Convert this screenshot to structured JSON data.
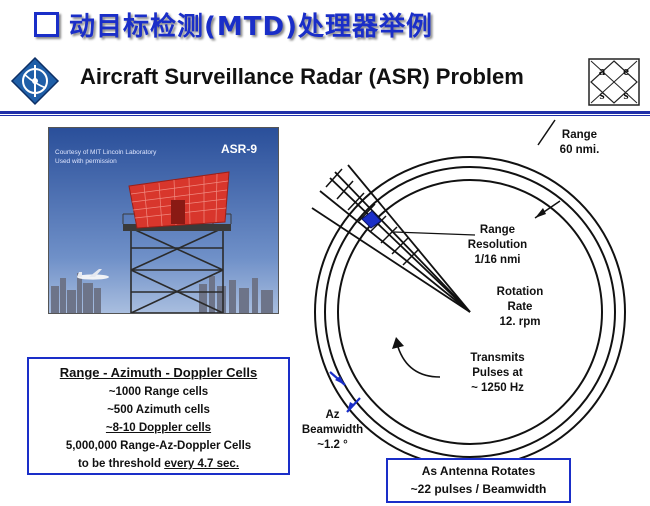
{
  "header": {
    "cn_title": "动目标检测(MTD)处理器举例",
    "en_title": "Aircraft Surveillance Radar (ASR) Problem",
    "logo_right_letters": [
      "a",
      "e",
      "s",
      "s"
    ]
  },
  "photo": {
    "courtesy": "Courtesy of MIT Lincoln Laboratory\nUsed with permission",
    "label": "ASR-9"
  },
  "cells": {
    "heading": "Range - Azimuth - Doppler Cells",
    "line1": "~1000 Range cells",
    "line2": "~500 Azimuth cells",
    "line3": "~8-10 Doppler cells",
    "line4": "5,000,000 Range-Az-Doppler Cells",
    "line5_prefix": "to be threshold ",
    "line5_underlined": "every 4.7 sec."
  },
  "diagram": {
    "range": "Range\n60 nmi.",
    "range_resolution": "Range\nResolution\n1/16 nmi",
    "rotation_rate": "Rotation\nRate\n12. rpm",
    "transmits": "Transmits\nPulses at\n~ 1250 Hz",
    "az_beamwidth": "Az\nBeamwidth\n~1.2 °",
    "pulses_line1": "As Antenna Rotates",
    "pulses_line2": "~22 pulses / Beamwidth"
  },
  "colors": {
    "title_blue": "#1a2ec8",
    "cell_fill": "#1a2ec8",
    "antenna_red": "#d8362c"
  }
}
